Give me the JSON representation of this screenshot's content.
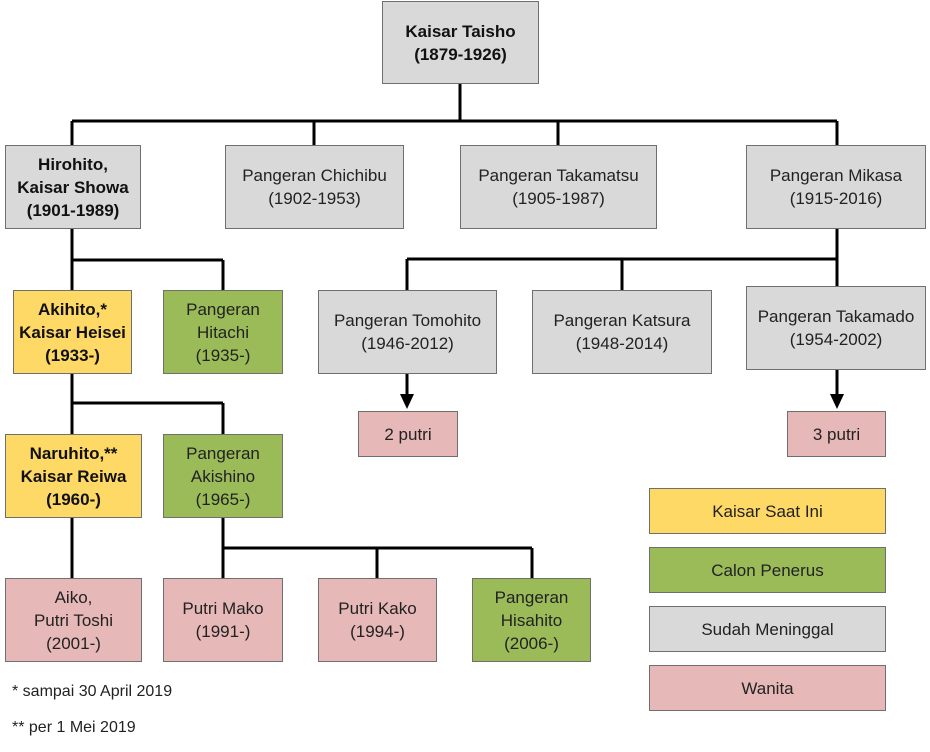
{
  "colors": {
    "current_emperor": "#ffd966",
    "heir": "#9bbb59",
    "deceased": "#d9d9d9",
    "female": "#e6b8b7",
    "line": "#000000"
  },
  "nodes": {
    "taisho": {
      "line1": "Kaisar Taisho",
      "line2": "(1879-1926)",
      "line3": ""
    },
    "hirohito": {
      "line1": "Hirohito,",
      "line2": "Kaisar Showa",
      "line3": "(1901-1989)"
    },
    "chichibu": {
      "line1": "Pangeran Chichibu",
      "line2": "(1902-1953)",
      "line3": ""
    },
    "takamatsu": {
      "line1": "Pangeran Takamatsu",
      "line2": "(1905-1987)",
      "line3": ""
    },
    "mikasa": {
      "line1": "Pangeran Mikasa",
      "line2": "(1915-2016)",
      "line3": ""
    },
    "akihito": {
      "line1": "Akihito,*",
      "line2": "Kaisar Heisei",
      "line3": "(1933-)"
    },
    "hitachi": {
      "line1": "Pangeran",
      "line2": "Hitachi",
      "line3": "(1935-)"
    },
    "tomohito": {
      "line1": "Pangeran Tomohito",
      "line2": "(1946-2012)",
      "line3": ""
    },
    "katsura": {
      "line1": "Pangeran Katsura",
      "line2": "(1948-2014)",
      "line3": ""
    },
    "takamado": {
      "line1": "Pangeran Takamado",
      "line2": "(1954-2002)",
      "line3": ""
    },
    "two_daughters": {
      "line1": "2 putri",
      "line2": "",
      "line3": ""
    },
    "three_daughters": {
      "line1": "3 putri",
      "line2": "",
      "line3": ""
    },
    "naruhito": {
      "line1": "Naruhito,**",
      "line2": "Kaisar Reiwa",
      "line3": "(1960-)"
    },
    "akishino": {
      "line1": "Pangeran",
      "line2": "Akishino",
      "line3": "(1965-)"
    },
    "aiko": {
      "line1": "Aiko,",
      "line2": "Putri Toshi",
      "line3": "(2001-)"
    },
    "mako": {
      "line1": "Putri Mako",
      "line2": "(1991-)",
      "line3": ""
    },
    "kako": {
      "line1": "Putri Kako",
      "line2": "(1994-)",
      "line3": ""
    },
    "hisahito": {
      "line1": "Pangeran",
      "line2": "Hisahito",
      "line3": "(2006-)"
    }
  },
  "legend": {
    "current_emperor": "Kaisar Saat Ini",
    "heir": "Calon Penerus",
    "deceased": "Sudah Meninggal",
    "female": "Wanita"
  },
  "footnotes": {
    "note1": "* sampai 30 April 2019",
    "note2": "** per 1 Mei 2019"
  }
}
